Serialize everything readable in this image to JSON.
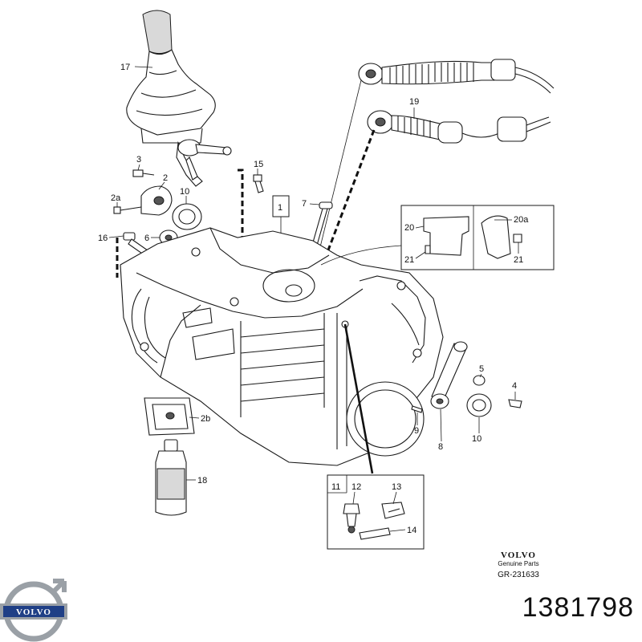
{
  "labels": {
    "p1": "1",
    "p2": "2",
    "p2a": "2a",
    "p2b": "2b",
    "p3": "3",
    "p4": "4",
    "p5": "5",
    "p6": "6",
    "p7": "7",
    "p8": "8",
    "p9": "9",
    "p10a": "10",
    "p10b": "10",
    "p11": "11",
    "p12": "12",
    "p13": "13",
    "p14": "14",
    "p15": "15",
    "p16": "16",
    "p17": "17",
    "p18": "18",
    "p19": "19",
    "p20": "20",
    "p20a": "20a",
    "p21a": "21",
    "p21b": "21"
  },
  "brand": {
    "name": "VOLVO",
    "sub": "Genuine Parts",
    "code": "GR-231633",
    "logo_text": "VOLVO"
  },
  "part_number": "1381798",
  "colors": {
    "ink": "#1a1a1a",
    "logo_blue": "#1f3f86",
    "logo_silver": "#9aa0a6"
  }
}
